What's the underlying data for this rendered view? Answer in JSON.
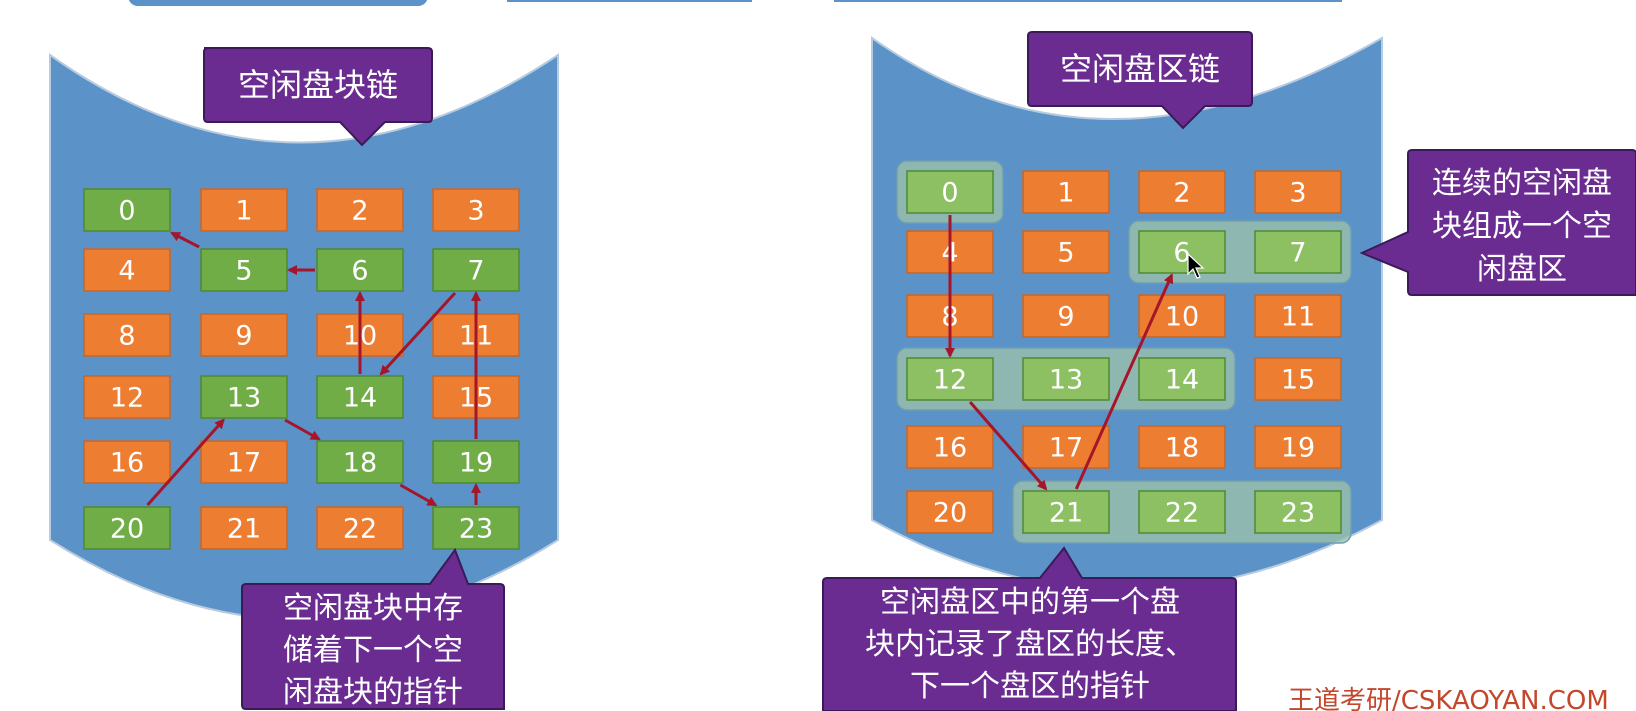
{
  "colors": {
    "cylinder": "#5b93c9",
    "cylinder_top": "#ffffff",
    "cylinder_stroke": "#b7cbe0",
    "free_block": "#70ad47",
    "used_block": "#ed7d31",
    "region_free_block": "#8cc063",
    "region_box": "#9fc3a9",
    "arrow": "#a5162b",
    "callout": "#6b2c91",
    "callout_stroke": "#3b1a57",
    "text": "#ffffff",
    "watermark": "#c4472b"
  },
  "left_diagram": {
    "title": "空闲盘块链",
    "free_blocks": [
      0,
      5,
      6,
      7,
      13,
      14,
      18,
      19,
      20,
      23
    ],
    "chain": [
      20,
      13,
      18,
      23,
      19,
      7,
      14,
      6,
      5,
      0
    ],
    "callout": [
      "空闲盘块中存",
      "储着下一个空",
      "闲盘块的指针"
    ]
  },
  "right_diagram": {
    "title": "空闲盘区链",
    "free_blocks": [
      0,
      6,
      7,
      12,
      13,
      14,
      21,
      22,
      23
    ],
    "free_regions": [
      [
        0
      ],
      [
        6,
        7
      ],
      [
        12,
        13,
        14
      ],
      [
        21,
        22,
        23
      ]
    ],
    "chain": [
      0,
      12,
      21,
      6
    ],
    "callout_right": [
      "连续的空闲盘",
      "块组成一个空",
      "闲盘区"
    ],
    "callout_bottom": [
      "空闲盘区中的第一个盘",
      "块内记录了盘区的长度、",
      "下一个盘区的指针"
    ]
  },
  "blocks": [
    "0",
    "1",
    "2",
    "3",
    "4",
    "5",
    "6",
    "7",
    "8",
    "9",
    "10",
    "11",
    "12",
    "13",
    "14",
    "15",
    "16",
    "17",
    "18",
    "19",
    "20",
    "21",
    "22",
    "23"
  ],
  "watermark": "王道考研/CSKAOYAN.COM",
  "icons": {
    "cursor": "mouse-pointer-icon"
  }
}
